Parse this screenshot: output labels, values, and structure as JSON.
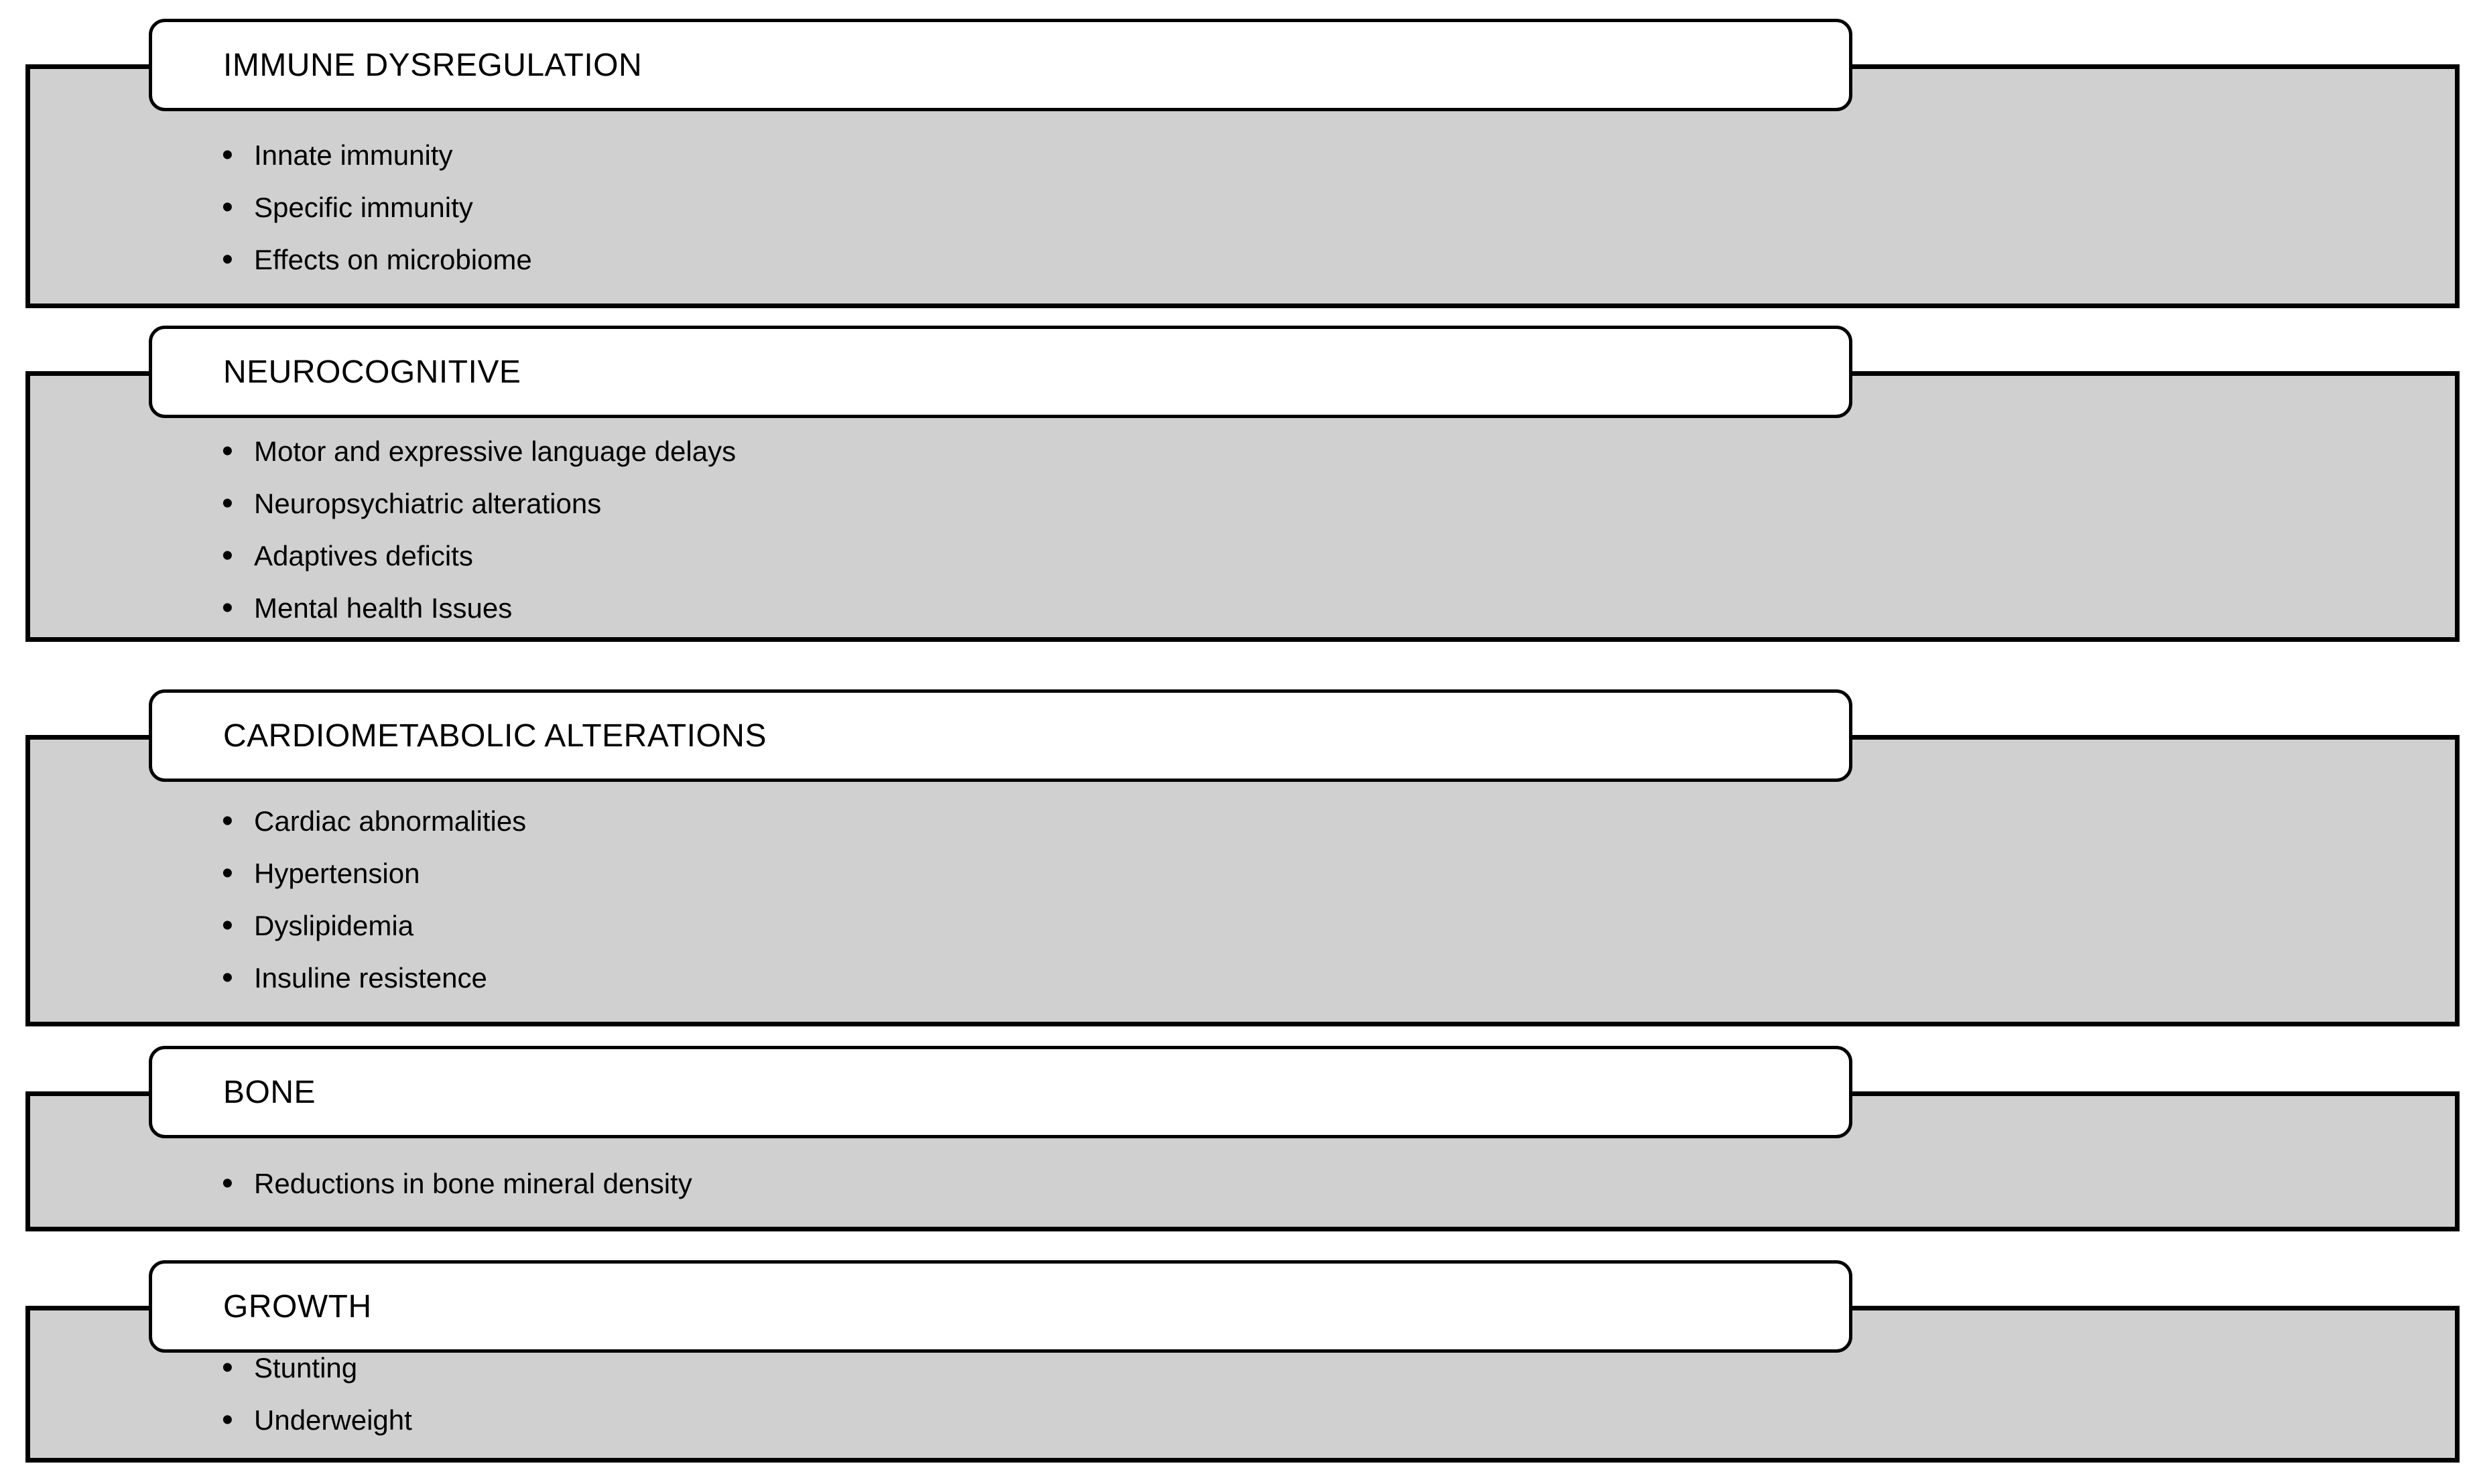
{
  "diagram": {
    "sections": [
      {
        "title": "IMMUNE DYSREGULATION",
        "bullets": [
          "Innate immunity",
          "Specific immunity",
          "Effects on microbiome"
        ]
      },
      {
        "title": "NEUROCOGNITIVE",
        "bullets": [
          "Motor and expressive language delays",
          "Neuropsychiatric alterations",
          "Adaptives deficits",
          "Mental health Issues"
        ]
      },
      {
        "title": "CARDIOMETABOLIC ALTERATIONS",
        "bullets": [
          "Cardiac abnormalities",
          "Hypertension",
          "Dyslipidemia",
          "Insuline resistence"
        ]
      },
      {
        "title": "BONE",
        "bullets": [
          "Reductions in bone mineral density"
        ]
      },
      {
        "title": "GROWTH",
        "bullets": [
          "Stunting",
          "Underweight"
        ]
      }
    ],
    "colors": {
      "panel_fill": "#d0d0d0",
      "panel_border": "#000000",
      "header_fill": "#ffffff",
      "header_border": "#000000",
      "text": "#000000"
    }
  }
}
